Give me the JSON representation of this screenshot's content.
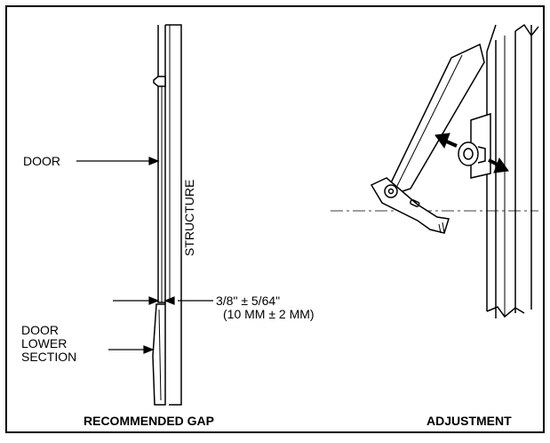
{
  "labels": {
    "door": "DOOR",
    "structure": "STRUCTURE",
    "door_lower_line1": "DOOR",
    "door_lower_line2": "LOWER",
    "door_lower_line3": "SECTION",
    "gap_imperial": "3/8\" ± 5/64\"",
    "gap_metric": "(10 MM ± 2 MM)"
  },
  "captions": {
    "left": "RECOMMENDED GAP",
    "right": "ADJUSTMENT"
  },
  "colors": {
    "ink": "#000000",
    "paper": "#ffffff"
  }
}
